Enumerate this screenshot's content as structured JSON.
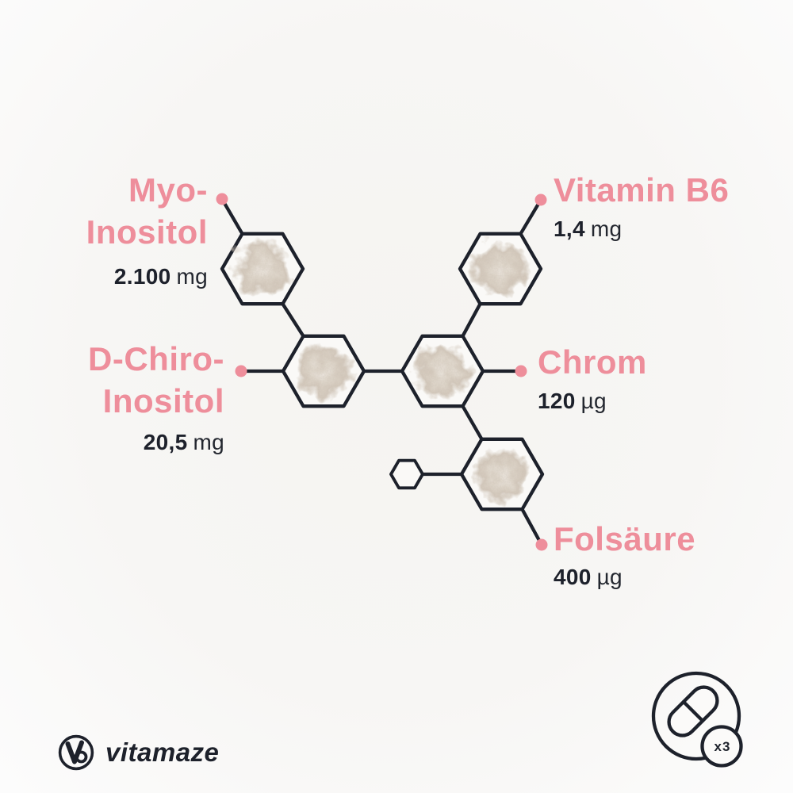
{
  "colors": {
    "background": "#f7f6f4",
    "accent_pink": "#ee8e9b",
    "ink_dark": "#1d212b",
    "powder_beige": "#d9d0c5"
  },
  "nutrients": [
    {
      "id": "myo-inositol",
      "label_lines": [
        "Myo-",
        "Inositol"
      ],
      "value": "2.100",
      "unit": "mg"
    },
    {
      "id": "vitamin-b6",
      "label_lines": [
        "Vitamin B6"
      ],
      "value": "1,4",
      "unit": "mg"
    },
    {
      "id": "d-chiro-inositol",
      "label_lines": [
        "D-Chiro-",
        "Inositol"
      ],
      "value": "20,5",
      "unit": "mg"
    },
    {
      "id": "chrom",
      "label_lines": [
        "Chrom"
      ],
      "value": "120",
      "unit": "µg"
    },
    {
      "id": "folsaeure",
      "label_lines": [
        "Folsäure"
      ],
      "value": "400",
      "unit": "µg"
    }
  ],
  "brand": {
    "wordmark": "vitamaze"
  },
  "dosage": {
    "capsule_badge": "x3"
  }
}
